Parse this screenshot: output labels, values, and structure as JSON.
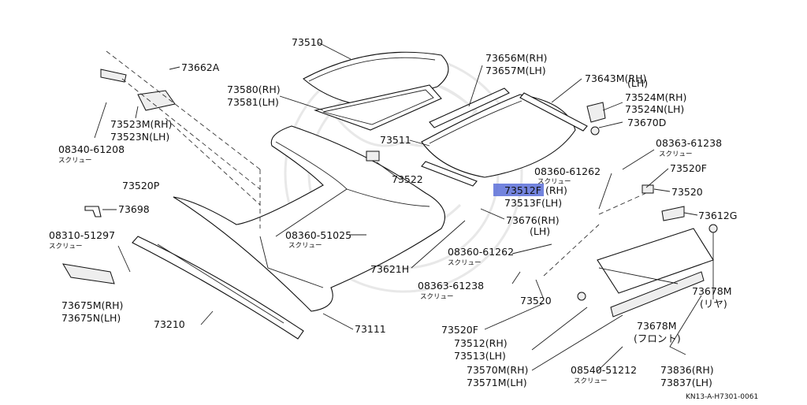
{
  "diagram": {
    "highlight_color": "#5b6fd8",
    "code": "KN13-A-H7301-0061",
    "screw_note": "スクリュー",
    "labels": {
      "l73510": "73510",
      "l73662a": "73662A",
      "l73580": "73580(RH)",
      "l73581": "73581(LH)",
      "l73523m": "73523M(RH)",
      "l73523n": "73523N(LH)",
      "l08340": "08340-61208",
      "l73520p": "73520P",
      "l73698": "73698",
      "l08310": "08310-51297",
      "l73675m": "73675M(RH)",
      "l73675n": "73675N(LH)",
      "l73210": "73210",
      "l73111": "73111",
      "l73522": "73522",
      "l08360a": "08360-51025",
      "l73511": "73511",
      "l73656": "73656M(RH)",
      "l73657": "73657M(LH)",
      "l73643a": "73643M(RH)",
      "l73643b": "(LH)",
      "l73524m": "73524M(RH)",
      "l73524n": "73524N(LH)",
      "l73670d": "73670D",
      "l08363a": "08363-61238",
      "l08360b": "08360-61262",
      "l73520f": "73520F",
      "l73520": "73520",
      "l73512f_num": "73512F",
      "l73512f_rh": "(RH)",
      "l73513f": "73513F(LH)",
      "l73612g": "73612G",
      "l73676a": "73676(RH)",
      "l73676b": "(LH)",
      "l73621h": "73621H",
      "l08360c": "08360-61262",
      "l08363b": "08363-61238",
      "l73520b": "73520",
      "l73678m_rear": "73678M",
      "l73678m_rear2": "(リヤ)",
      "l73520f2": "73520F",
      "l73678m_front": "73678M",
      "l73678m_front2": "(フロント)",
      "l73512": "73512(RH)",
      "l73513": "73513(LH)",
      "l08540": "08540-51212",
      "l73570": "73570M(RH)",
      "l73571": "73571M(LH)",
      "l73836": "73836(RH)",
      "l73837": "73837(LH)"
    }
  }
}
